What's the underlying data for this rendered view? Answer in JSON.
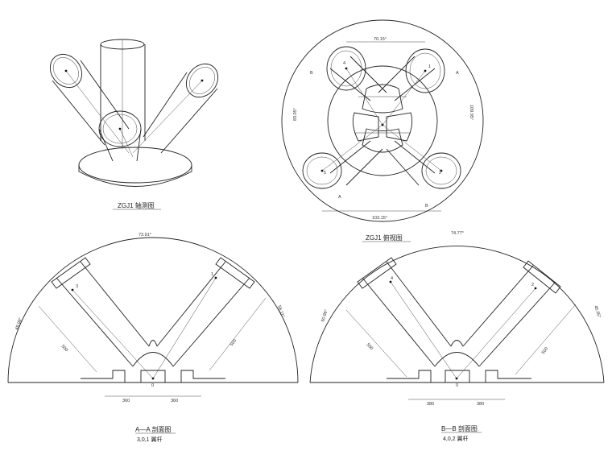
{
  "views": {
    "axo": {
      "caption": "ZGJ1 轴测图"
    },
    "top": {
      "caption": "ZGJ1 俯视图",
      "dims": {
        "top_angle": "70.15°",
        "bottom_angle": "103.15°",
        "left_angle": "83.05°",
        "right_angle": "109.95°"
      },
      "node_labels": [
        "4",
        "1",
        "5",
        "2"
      ],
      "section_marks": [
        "B",
        "A",
        "A",
        "B"
      ]
    },
    "section_a": {
      "caption": "A—A 剖面图",
      "subcaption": "3,0,1 翼杆",
      "dims": {
        "arc_top": "73.91°",
        "left_arc": "49.98°",
        "right_arc": "56.11°",
        "left_offset": "360",
        "right_offset": "360",
        "len_left": "500",
        "len_right": "500"
      },
      "node_labels": [
        "3",
        "1",
        "0"
      ]
    },
    "section_b": {
      "caption": "B—B 剖面图",
      "subcaption": "4,0,2 翼杆",
      "dims": {
        "arc_top": "74.77°",
        "left_arc": "50.86°",
        "right_arc": "45.95°",
        "left_offset": "380",
        "right_offset": "380",
        "len_left": "500",
        "len_right": "500"
      },
      "node_labels": [
        "4",
        "2",
        "0"
      ]
    }
  }
}
